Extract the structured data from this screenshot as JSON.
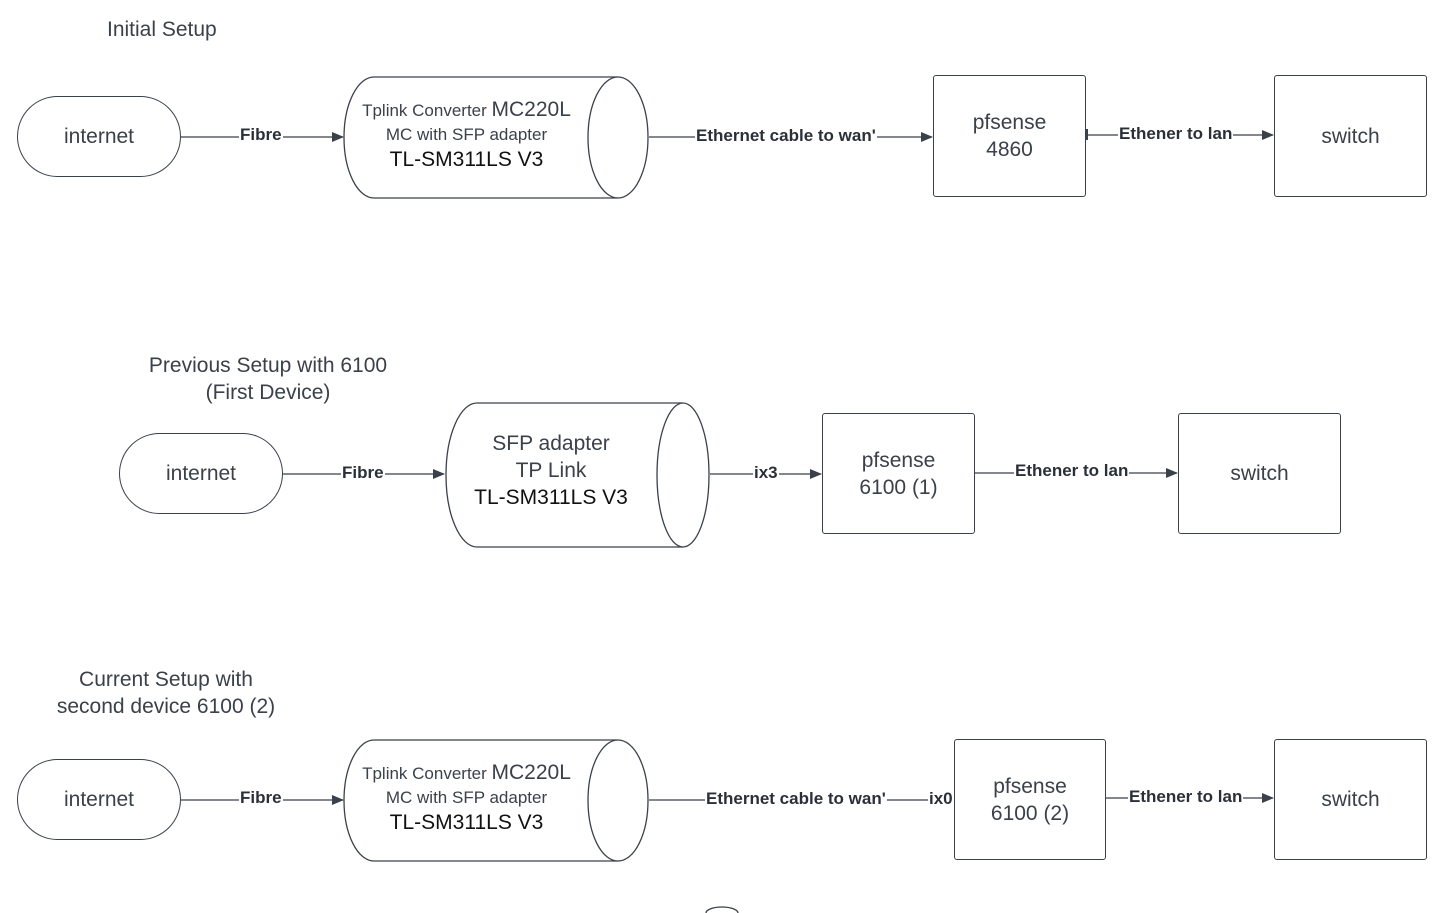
{
  "colors": {
    "stroke": "#3a414a",
    "background": "#ffffff",
    "label": "#2b3038"
  },
  "sections": {
    "initial": {
      "title": "Initial Setup",
      "internet": "internet",
      "fibre": "Fibre",
      "converter": {
        "line1_prefix": "Tplink Converter ",
        "line1_model": "MC220L",
        "line2": "MC with SFP adapter",
        "line3": "TL-SM311LS V3"
      },
      "wan_label": "Ethernet cable to wan'",
      "firewall": {
        "line1": "pfsense",
        "line2": "4860"
      },
      "lan_label": "Ethener to lan",
      "switch": "switch"
    },
    "previous": {
      "title_line1": "Previous Setup with 6100",
      "title_line2": "(First Device)",
      "internet": "internet",
      "fibre": "Fibre",
      "adapter": {
        "line1": "SFP adapter",
        "line2": "TP Link",
        "line3": "TL-SM311LS V3"
      },
      "port_label": "ix3",
      "firewall": {
        "line1": "pfsense",
        "line2": "6100 (1)"
      },
      "lan_label": "Ethener to lan",
      "switch": "switch"
    },
    "current": {
      "title_line1": "Current Setup with",
      "title_line2": "second device 6100 (2)",
      "internet": "internet",
      "fibre": "Fibre",
      "converter": {
        "line1_prefix": "Tplink Converter ",
        "line1_model": "MC220L",
        "line2": "MC with SFP adapter",
        "line3": "TL-SM311LS V3"
      },
      "wan_label": "Ethernet cable to wan'",
      "port_label": "ix0",
      "firewall": {
        "line1": "pfsense",
        "line2": "6100 (2)"
      },
      "lan_label": "Ethener to lan",
      "switch": "switch"
    }
  }
}
